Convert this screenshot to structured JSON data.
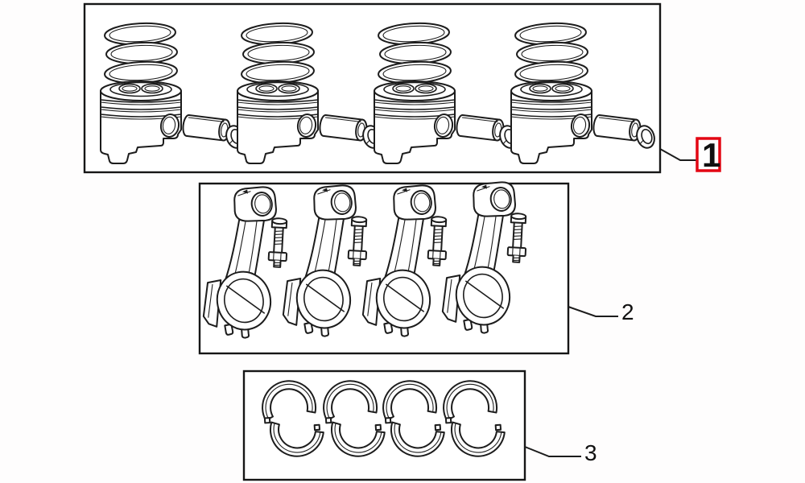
{
  "canvas": {
    "background": "#ffffff",
    "line_color": "#1c1c1c",
    "highlight_color": "#e30613"
  },
  "diagram": {
    "kind": "engine-parts-exploded-diagram",
    "groups": [
      {
        "callout": "1",
        "part": "piston-assembly",
        "components": [
          "piston-rings",
          "piston",
          "piston-pin",
          "circlip"
        ],
        "quantity": 4,
        "highlighted": true
      },
      {
        "callout": "2",
        "part": "connecting-rod",
        "components": [
          "connecting-rod",
          "rod-bolt"
        ],
        "quantity": 4,
        "highlighted": false
      },
      {
        "callout": "3",
        "part": "bearing-shell-pair",
        "components": [
          "upper-shell",
          "lower-shell"
        ],
        "quantity": 4,
        "highlighted": false
      }
    ]
  },
  "callouts": {
    "c1": {
      "label": "1"
    },
    "c2": {
      "label": "2"
    },
    "c3": {
      "label": "3"
    }
  }
}
